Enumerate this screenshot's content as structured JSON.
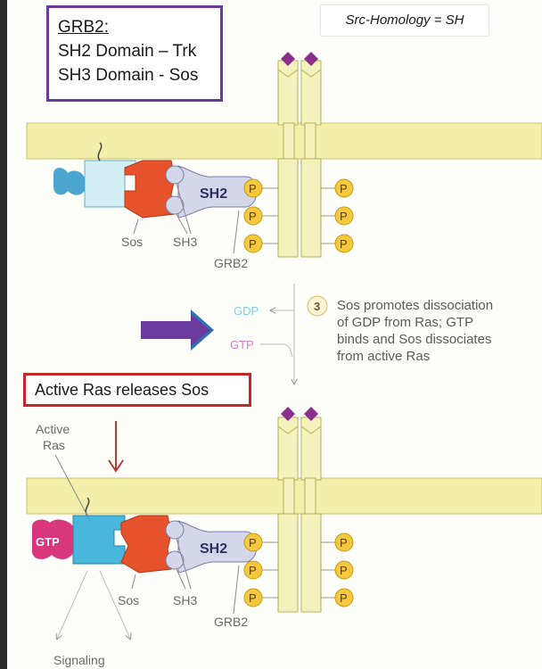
{
  "legend_box": {
    "title": "GRB2:",
    "line1": "SH2 Domain – Trk",
    "line2": "SH3 Domain - Sos"
  },
  "note": "Src-Homology = SH",
  "step": {
    "number": "3",
    "line1": "Sos promotes dissociation",
    "line2": "of GDP from Ras; GTP",
    "line3": "binds and Sos dissociates",
    "line4": "from active Ras"
  },
  "labels": {
    "gdp": "GDP",
    "gtp": "GTP",
    "sos": "Sos",
    "sh3": "SH3",
    "sh2": "SH2",
    "grb2": "GRB2",
    "p": "P",
    "active_ras_1": "Active",
    "active_ras_2": "Ras",
    "gtp_bound": "GTP",
    "signaling": "Signaling"
  },
  "callout": "Active Ras releases Sos",
  "colors": {
    "membrane": "#f1efaa",
    "membrane_edge": "#c9c56a",
    "receptor": "#f3f1bc",
    "ligand": "#8a2f8a",
    "ras_inactive": "#d3eef4",
    "ras_active": "#49b6dd",
    "gdp_blob": "#4aa6cf",
    "gtp_blob": "#d8377c",
    "sos": "#e6522b",
    "grb2": "#d4d6ea",
    "phospho": "#f6c93c",
    "big_arrow": "#6a3a9c",
    "big_arrow_head": "#2d70b8",
    "red_arrow": "#b23b2e",
    "gdp_text": "#7fd0f0",
    "gtp_text": "#d77ac9"
  }
}
